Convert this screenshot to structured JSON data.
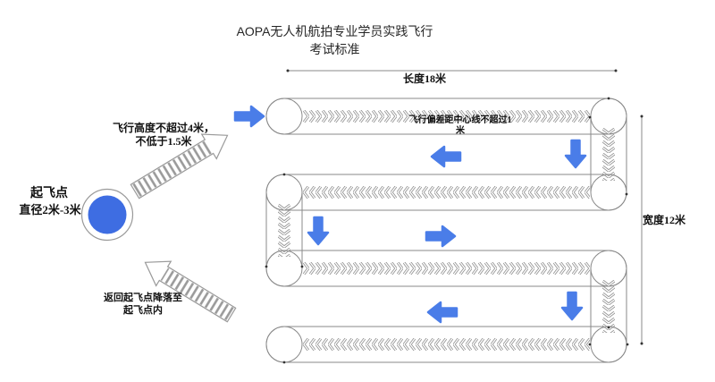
{
  "title": {
    "line1": "AOPA无人机航拍专业学员实践飞行",
    "line2": "考试标准"
  },
  "dimensions": {
    "length_label": "长度18米",
    "width_label": "宽度12米"
  },
  "annotations": {
    "deviation_line1": "飞行偏差距中心线不超过1",
    "deviation_line2": "米",
    "altitude_line1": "飞行高度不超过4米，",
    "altitude_line2": "不低于1.5米",
    "return_line1": "返回起飞点降落至",
    "return_line2": "起飞点内"
  },
  "takeoff": {
    "label": "起飞点",
    "diameter_label": "直径2米-3米",
    "fill_color": "#3e6de2"
  },
  "course": {
    "lanes": [
      {
        "row": 1,
        "direction": "right"
      },
      {
        "row": 2,
        "direction": "left"
      },
      {
        "row": 3,
        "direction": "right"
      },
      {
        "row": 4,
        "direction": "left"
      }
    ],
    "connectors": [
      {
        "from_row": 1,
        "to_row": 2,
        "side": "right",
        "direction": "down"
      },
      {
        "from_row": 2,
        "to_row": 3,
        "side": "left",
        "direction": "down"
      },
      {
        "from_row": 3,
        "to_row": 4,
        "side": "right",
        "direction": "down"
      }
    ],
    "flow_arrows": [
      {
        "name": "entry",
        "direction": "right"
      },
      {
        "name": "row2-flow",
        "direction": "left"
      },
      {
        "name": "turn1",
        "direction": "down"
      },
      {
        "name": "turn2",
        "direction": "down"
      },
      {
        "name": "row3-flow",
        "direction": "right"
      },
      {
        "name": "row4-flow",
        "direction": "left"
      },
      {
        "name": "turn3",
        "direction": "down"
      }
    ],
    "arrow_color": "#4a7de8",
    "line_color": "#8a8a8a"
  }
}
